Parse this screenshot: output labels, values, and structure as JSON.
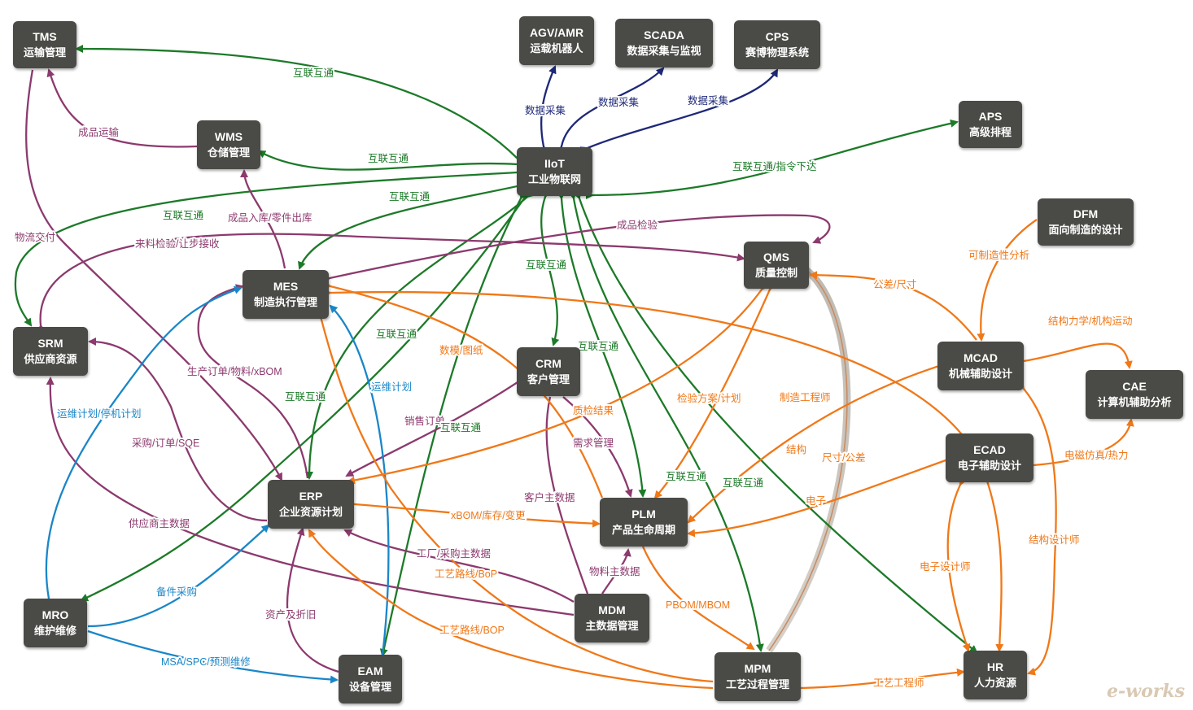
{
  "nodes": {
    "tms": {
      "name": "TMS",
      "zh": "运输管理"
    },
    "agv": {
      "name": "AGV/AMR",
      "zh": "运载机器人"
    },
    "scada": {
      "name": "SCADA",
      "zh": "数据采集与监视"
    },
    "cps": {
      "name": "CPS",
      "zh": "赛博物理系统"
    },
    "aps": {
      "name": "APS",
      "zh": "高级排程"
    },
    "wms": {
      "name": "WMS",
      "zh": "仓储管理"
    },
    "iiot": {
      "name": "IIoT",
      "zh": "工业物联网"
    },
    "dfm": {
      "name": "DFM",
      "zh": "面向制造的设计"
    },
    "qms": {
      "name": "QMS",
      "zh": "质量控制"
    },
    "mes": {
      "name": "MES",
      "zh": "制造执行管理"
    },
    "srm": {
      "name": "SRM",
      "zh": "供应商资源"
    },
    "crm": {
      "name": "CRM",
      "zh": "客户管理"
    },
    "mcad": {
      "name": "MCAD",
      "zh": "机械辅助设计"
    },
    "cae": {
      "name": "CAE",
      "zh": "计算机辅助分析"
    },
    "ecad": {
      "name": "ECAD",
      "zh": "电子辅助设计"
    },
    "erp": {
      "name": "ERP",
      "zh": "企业资源计划"
    },
    "plm": {
      "name": "PLM",
      "zh": "产品生命周期"
    },
    "mro": {
      "name": "MRO",
      "zh": "维护维修"
    },
    "mdm": {
      "name": "MDM",
      "zh": "主数据管理"
    },
    "eam": {
      "name": "EAM",
      "zh": "设备管理"
    },
    "mpm": {
      "name": "MPM",
      "zh": "工艺过程管理"
    },
    "hr": {
      "name": "HR",
      "zh": "人力资源"
    }
  },
  "labels": {
    "l01": "互联互通",
    "l02": "数据采集",
    "l03": "数据采集",
    "l04": "数据采集",
    "l05": "成品运输",
    "l06": "互联互通",
    "l07": "互联互通/指令下达",
    "l08": "互联互通",
    "l09": "互联互通",
    "l10": "成品入库/零件出库",
    "l11": "成品检验",
    "l12": "物流交付",
    "l13": "来料检验/让步接收",
    "l14": "互联互通",
    "l15": "可制造性分析",
    "l16": "公差/尺寸",
    "l17": "结构力学/机构运动",
    "l18": "数模/图纸",
    "l19": "互联互通",
    "l20": "互联互通",
    "l21": "生产订单/物料/xBOM",
    "l22": "运维计划",
    "l23": "质检结果",
    "l24": "检验方案/计划",
    "l25": "制造工程师",
    "l26": "互联互通",
    "l27": "运维计划/停机计划",
    "l28": "销售订单",
    "l29": "互联互通",
    "l30": "需求管理",
    "l31": "结构",
    "l32": "尺寸/公差",
    "l33": "电磁仿真/热力",
    "l34": "采购/订单/SQE",
    "l35": "客户主数据",
    "l36": "互联互通",
    "l37": "互联互通",
    "l38": "电子",
    "l39": "供应商主数据",
    "l40": "xBOM/库存/变更",
    "l41": "结构设计师",
    "l42": "工厂/采购主数据",
    "l43": "物料主数据",
    "l44": "电子设计师",
    "l45": "工艺路线/BoP",
    "l46": "备件采购",
    "l47": "PBOM/MBOM",
    "l48": "资产及折旧",
    "l49": "工艺路线/BOP",
    "l50": "MSA/SPC/预测维修",
    "l51": "工艺工程师"
  },
  "colors": {
    "green": "#1c7a28",
    "orange": "#f07818",
    "purple": "#8c3a6e",
    "blue": "#1a86c8",
    "navy": "#1e2878",
    "node": "#4a4a46"
  },
  "logo": "e-works"
}
